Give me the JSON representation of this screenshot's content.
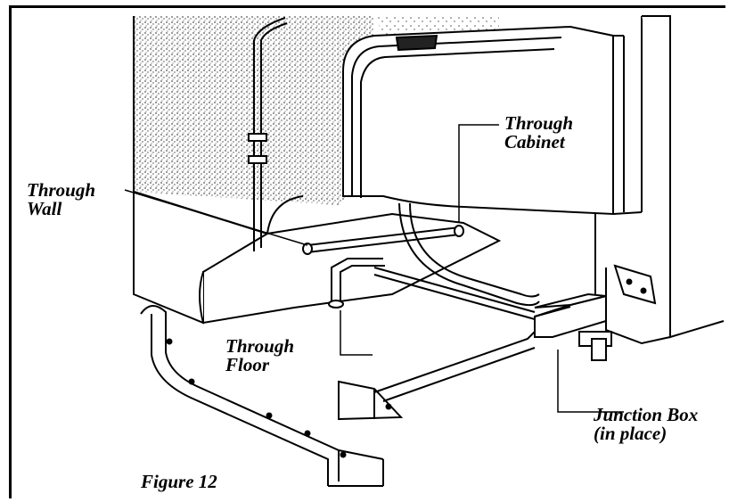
{
  "labels": {
    "through_cabinet": [
      "Through",
      "Cabinet"
    ],
    "through_wall": [
      "Through",
      "Wall"
    ],
    "through_floor": [
      "Through",
      "Floor"
    ],
    "junction_box": [
      "Junction Box",
      "(in place)"
    ]
  },
  "caption": "Figure 12",
  "colors": {
    "ink": "#000000",
    "paper": "#ffffff",
    "stipple": "#7a7a7a"
  }
}
